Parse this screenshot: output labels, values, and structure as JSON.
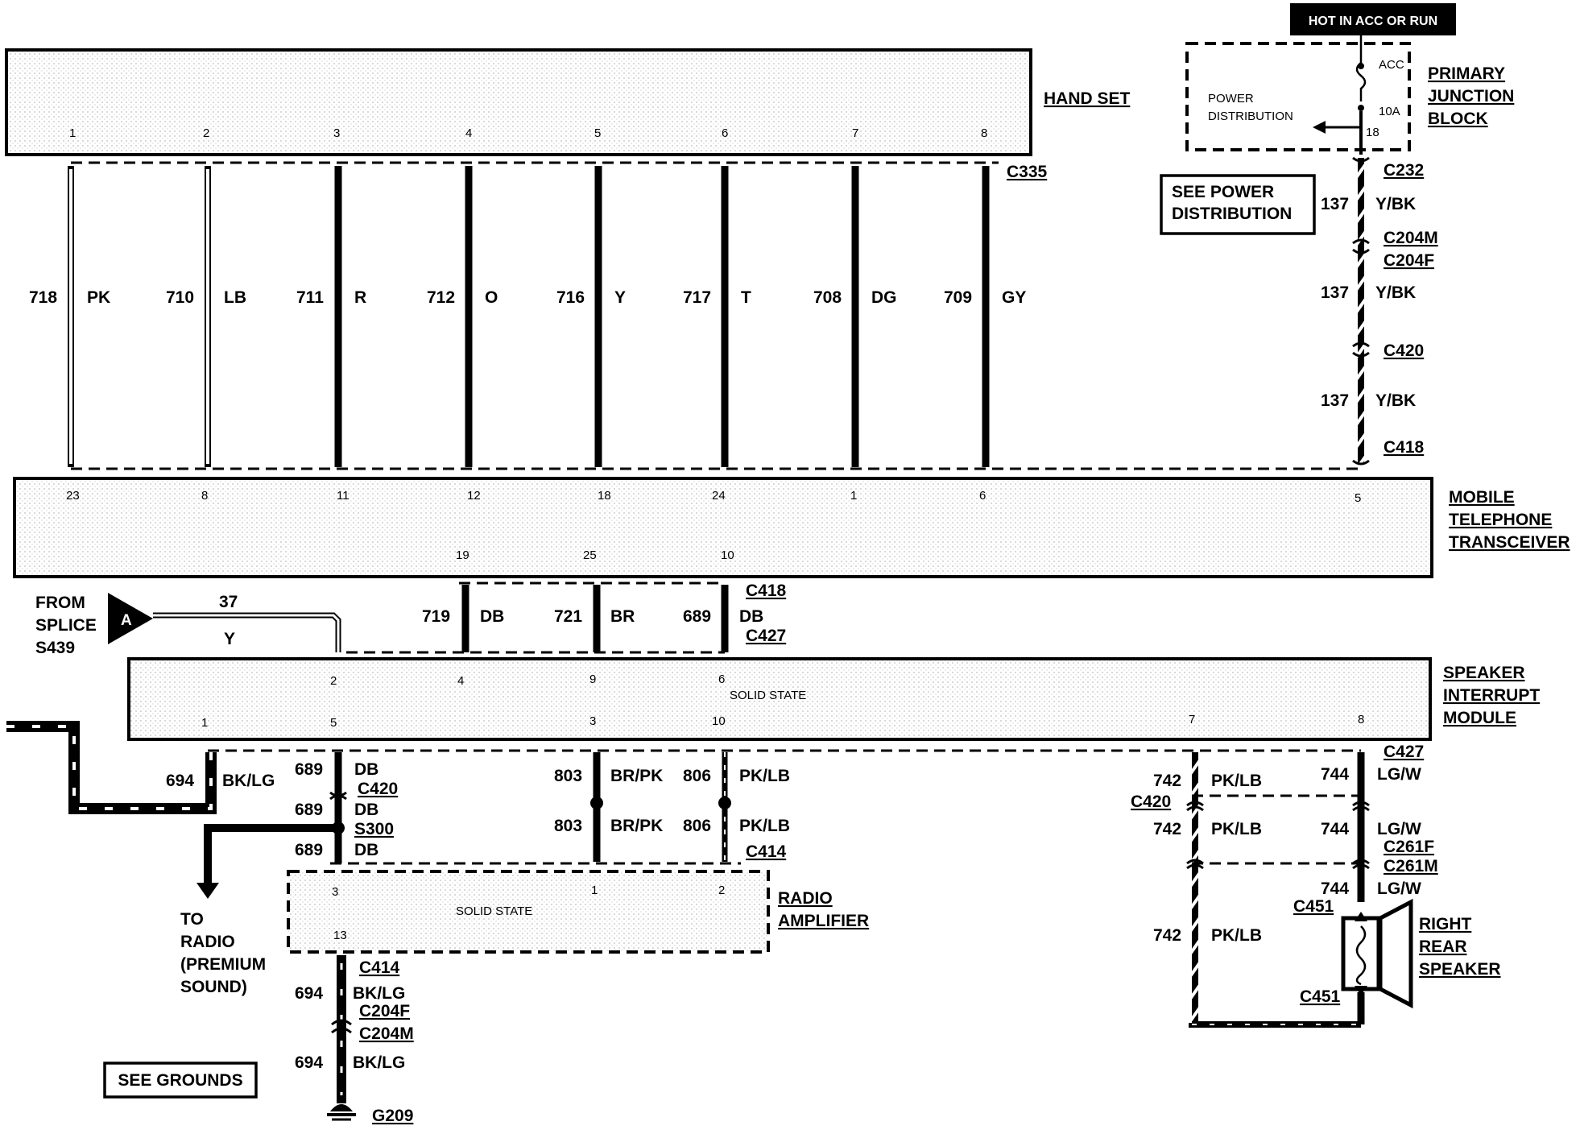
{
  "hot_label": "HOT IN ACC OR RUN",
  "junction": {
    "name_lines": [
      "PRIMARY",
      "JUNCTION",
      "BLOCK"
    ],
    "power_dist_lines": [
      "POWER",
      "DISTRIBUTION"
    ],
    "acc": "ACC",
    "fuse": "10A",
    "pin": "18",
    "connector": "C232"
  },
  "see_power_lines": [
    "SEE POWER",
    "DISTRIBUTION"
  ],
  "feed_segments": [
    {
      "circuit": "137",
      "color": "Y/BK"
    },
    {
      "circuit": "137",
      "color": "Y/BK"
    },
    {
      "circuit": "137",
      "color": "Y/BK"
    }
  ],
  "feed_connectors": [
    "C204M",
    "C204F",
    "C420",
    "C418"
  ],
  "handset": {
    "name": "HAND SET",
    "connector": "C335",
    "pins": [
      "1",
      "2",
      "3",
      "4",
      "5",
      "6",
      "7",
      "8"
    ]
  },
  "handset_wires": [
    {
      "circuit": "718",
      "color": "PK",
      "xpin": "23"
    },
    {
      "circuit": "710",
      "color": "LB",
      "xpin": "8"
    },
    {
      "circuit": "711",
      "color": "R",
      "xpin": "11"
    },
    {
      "circuit": "712",
      "color": "O",
      "xpin": "12"
    },
    {
      "circuit": "716",
      "color": "Y",
      "xpin": "18"
    },
    {
      "circuit": "717",
      "color": "T",
      "xpin": "24"
    },
    {
      "circuit": "708",
      "color": "DG",
      "xpin": "1"
    },
    {
      "circuit": "709",
      "color": "GY",
      "xpin": "6"
    }
  ],
  "transceiver": {
    "name_lines": [
      "MOBILE",
      "TELEPHONE",
      "TRANSCEIVER"
    ],
    "pin_feed": "5",
    "lower_pins": [
      "19",
      "25",
      "10"
    ]
  },
  "transceiver_to_sim": [
    {
      "circuit": "719",
      "color": "DB"
    },
    {
      "circuit": "721",
      "color": "BR"
    },
    {
      "circuit": "689",
      "color": "DB"
    }
  ],
  "xcvr_sim_connectors": [
    "C418",
    "C427"
  ],
  "splice": {
    "from_lines": [
      "FROM",
      "SPLICE",
      "S439"
    ],
    "letter": "A",
    "circuit": "37",
    "color": "Y"
  },
  "sim": {
    "name_lines": [
      "SPEAKER",
      "INTERRUPT",
      "MODULE"
    ],
    "solid_state": "SOLID STATE",
    "upper_pins": [
      "2",
      "4",
      "9",
      "6"
    ],
    "lower_pins": [
      "1",
      "5",
      "3",
      "10",
      "7",
      "8"
    ],
    "connector_bottom": "C427"
  },
  "lower_wires": {
    "w694_top": {
      "circuit": "694",
      "color": "BK/LG"
    },
    "w689": [
      {
        "circuit": "689",
        "color": "DB"
      },
      {
        "circuit": "689",
        "color": "DB"
      },
      {
        "circuit": "689",
        "color": "DB"
      }
    ],
    "c420": "C420",
    "s300": "S300",
    "w803": [
      {
        "circuit": "803",
        "color": "BR/PK"
      },
      {
        "circuit": "803",
        "color": "BR/PK"
      }
    ],
    "w806": [
      {
        "circuit": "806",
        "color": "PK/LB"
      },
      {
        "circuit": "806",
        "color": "PK/LB"
      }
    ],
    "c414": "C414"
  },
  "to_radio_lines": [
    "TO",
    "RADIO",
    "(PREMIUM",
    "SOUND)"
  ],
  "amplifier": {
    "name_lines": [
      "RADIO",
      "AMPLIFIER"
    ],
    "solid_state": "SOLID STATE",
    "pins": [
      "3",
      "13",
      "1",
      "2"
    ]
  },
  "ground": {
    "c414": "C414",
    "w1": {
      "circuit": "694",
      "color": "BK/LG"
    },
    "c204f": "C204F",
    "c204m": "C204M",
    "w2": {
      "circuit": "694",
      "color": "BK/LG"
    },
    "g": "G209",
    "see_grounds": "SEE GROUNDS"
  },
  "speaker": {
    "name_lines": [
      "RIGHT",
      "REAR",
      "SPEAKER"
    ],
    "w742": [
      {
        "circuit": "742",
        "color": "PK/LB"
      },
      {
        "circuit": "742",
        "color": "PK/LB"
      },
      {
        "circuit": "742",
        "color": "PK/LB"
      }
    ],
    "w744": [
      {
        "circuit": "744",
        "color": "LG/W"
      },
      {
        "circuit": "744",
        "color": "LG/W"
      },
      {
        "circuit": "744",
        "color": "LG/W"
      }
    ],
    "c420": "C420",
    "c261f": "C261F",
    "c261m": "C261M",
    "c451_top": "C451",
    "c451_bot": "C451"
  }
}
